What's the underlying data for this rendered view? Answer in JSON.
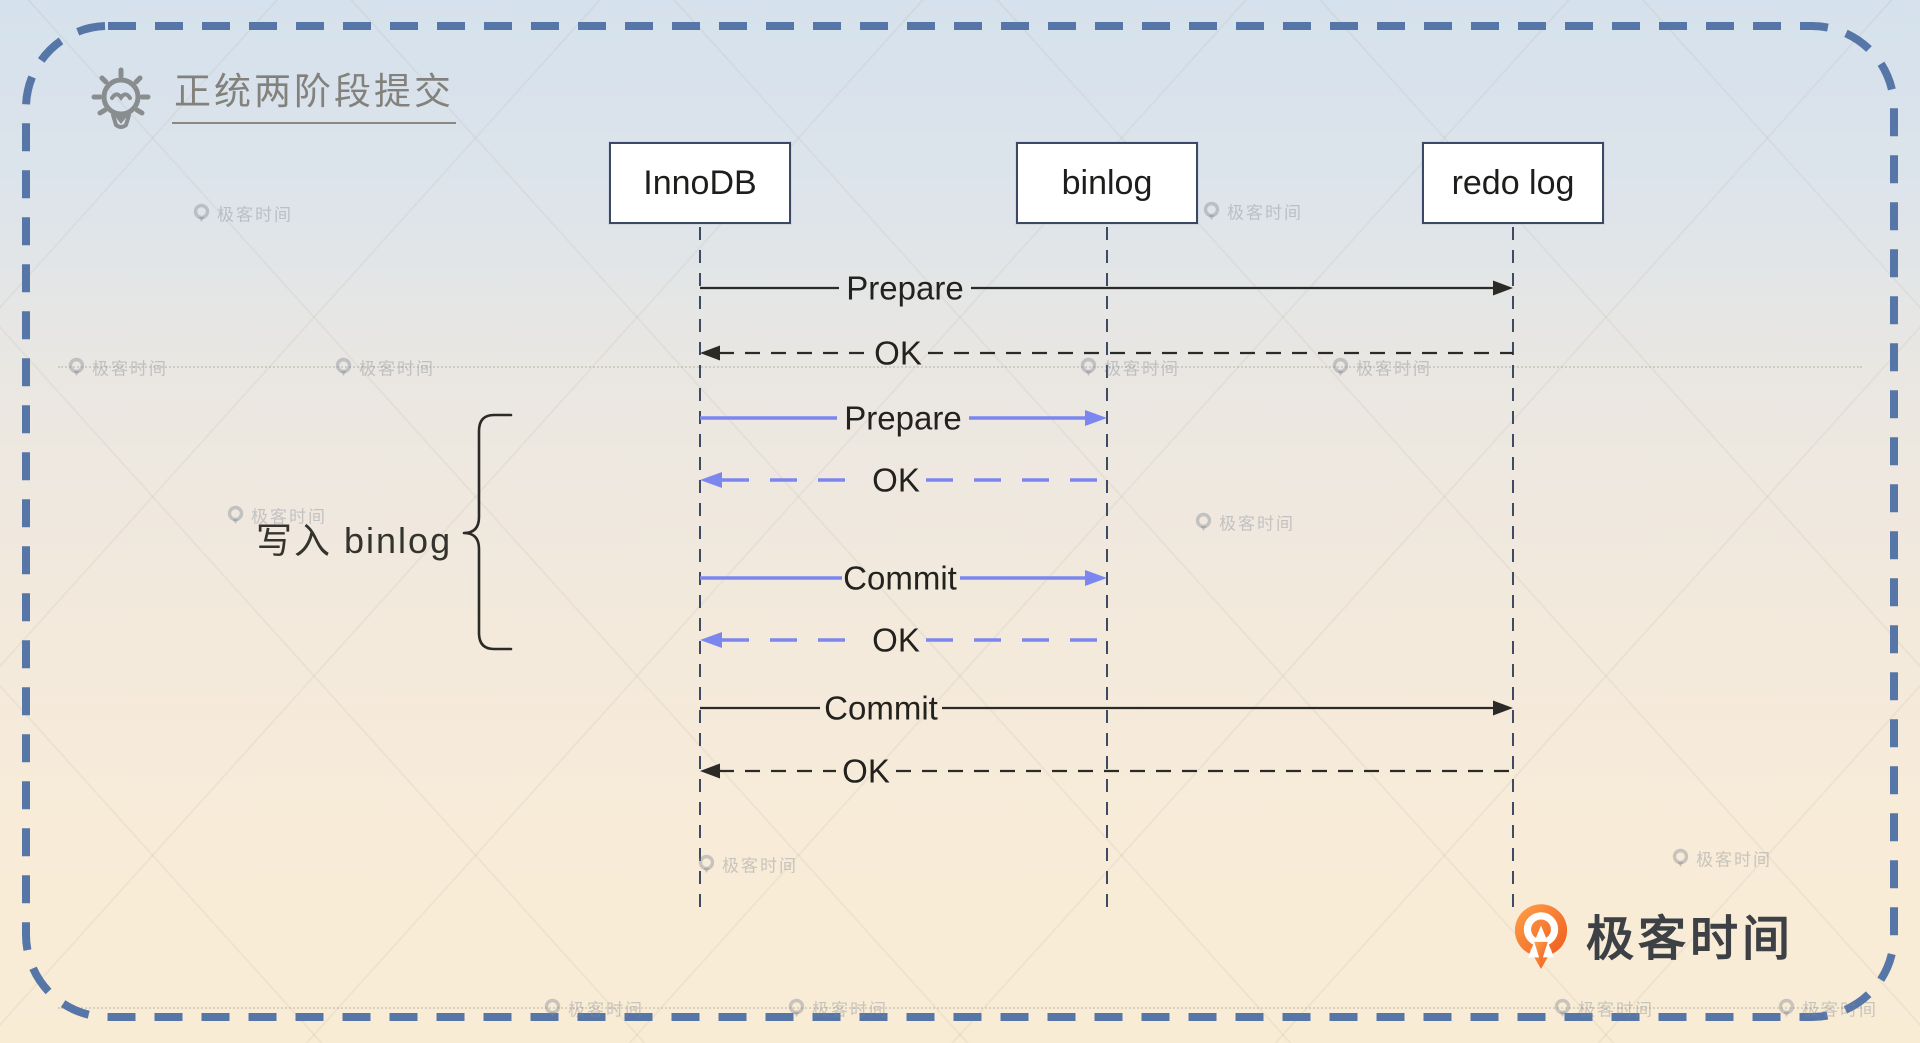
{
  "title": {
    "text": "正统两阶段提交"
  },
  "actors": [
    {
      "label": "InnoDB"
    },
    {
      "label": "binlog"
    },
    {
      "label": "redo log"
    }
  ],
  "messages": [
    {
      "label": "Prepare",
      "from": "InnoDB",
      "to": "redo log",
      "line": "solid",
      "color": "black"
    },
    {
      "label": "OK",
      "from": "redo log",
      "to": "InnoDB",
      "line": "dashed",
      "color": "black"
    },
    {
      "label": "Prepare",
      "from": "InnoDB",
      "to": "binlog",
      "line": "solid",
      "color": "blue"
    },
    {
      "label": "OK",
      "from": "binlog",
      "to": "InnoDB",
      "line": "dashed",
      "color": "blue"
    },
    {
      "label": "Commit",
      "from": "InnoDB",
      "to": "binlog",
      "line": "solid",
      "color": "blue"
    },
    {
      "label": "OK",
      "from": "binlog",
      "to": "InnoDB",
      "line": "dashed",
      "color": "blue"
    },
    {
      "label": "Commit",
      "from": "InnoDB",
      "to": "redo log",
      "line": "solid",
      "color": "black"
    },
    {
      "label": "OK",
      "from": "redo log",
      "to": "InnoDB",
      "line": "dashed",
      "color": "black"
    }
  ],
  "annotation": {
    "label": "写入 binlog"
  },
  "watermark": {
    "text": "极客时间"
  },
  "brand": {
    "text": "极客时间"
  },
  "colors": {
    "frame_blue": "#5776a8",
    "arrow_blue": "#7b87ef",
    "arrow_black": "#2b2a26",
    "lifeline": "#3f4a63",
    "logo_orange": "#f0561d"
  }
}
